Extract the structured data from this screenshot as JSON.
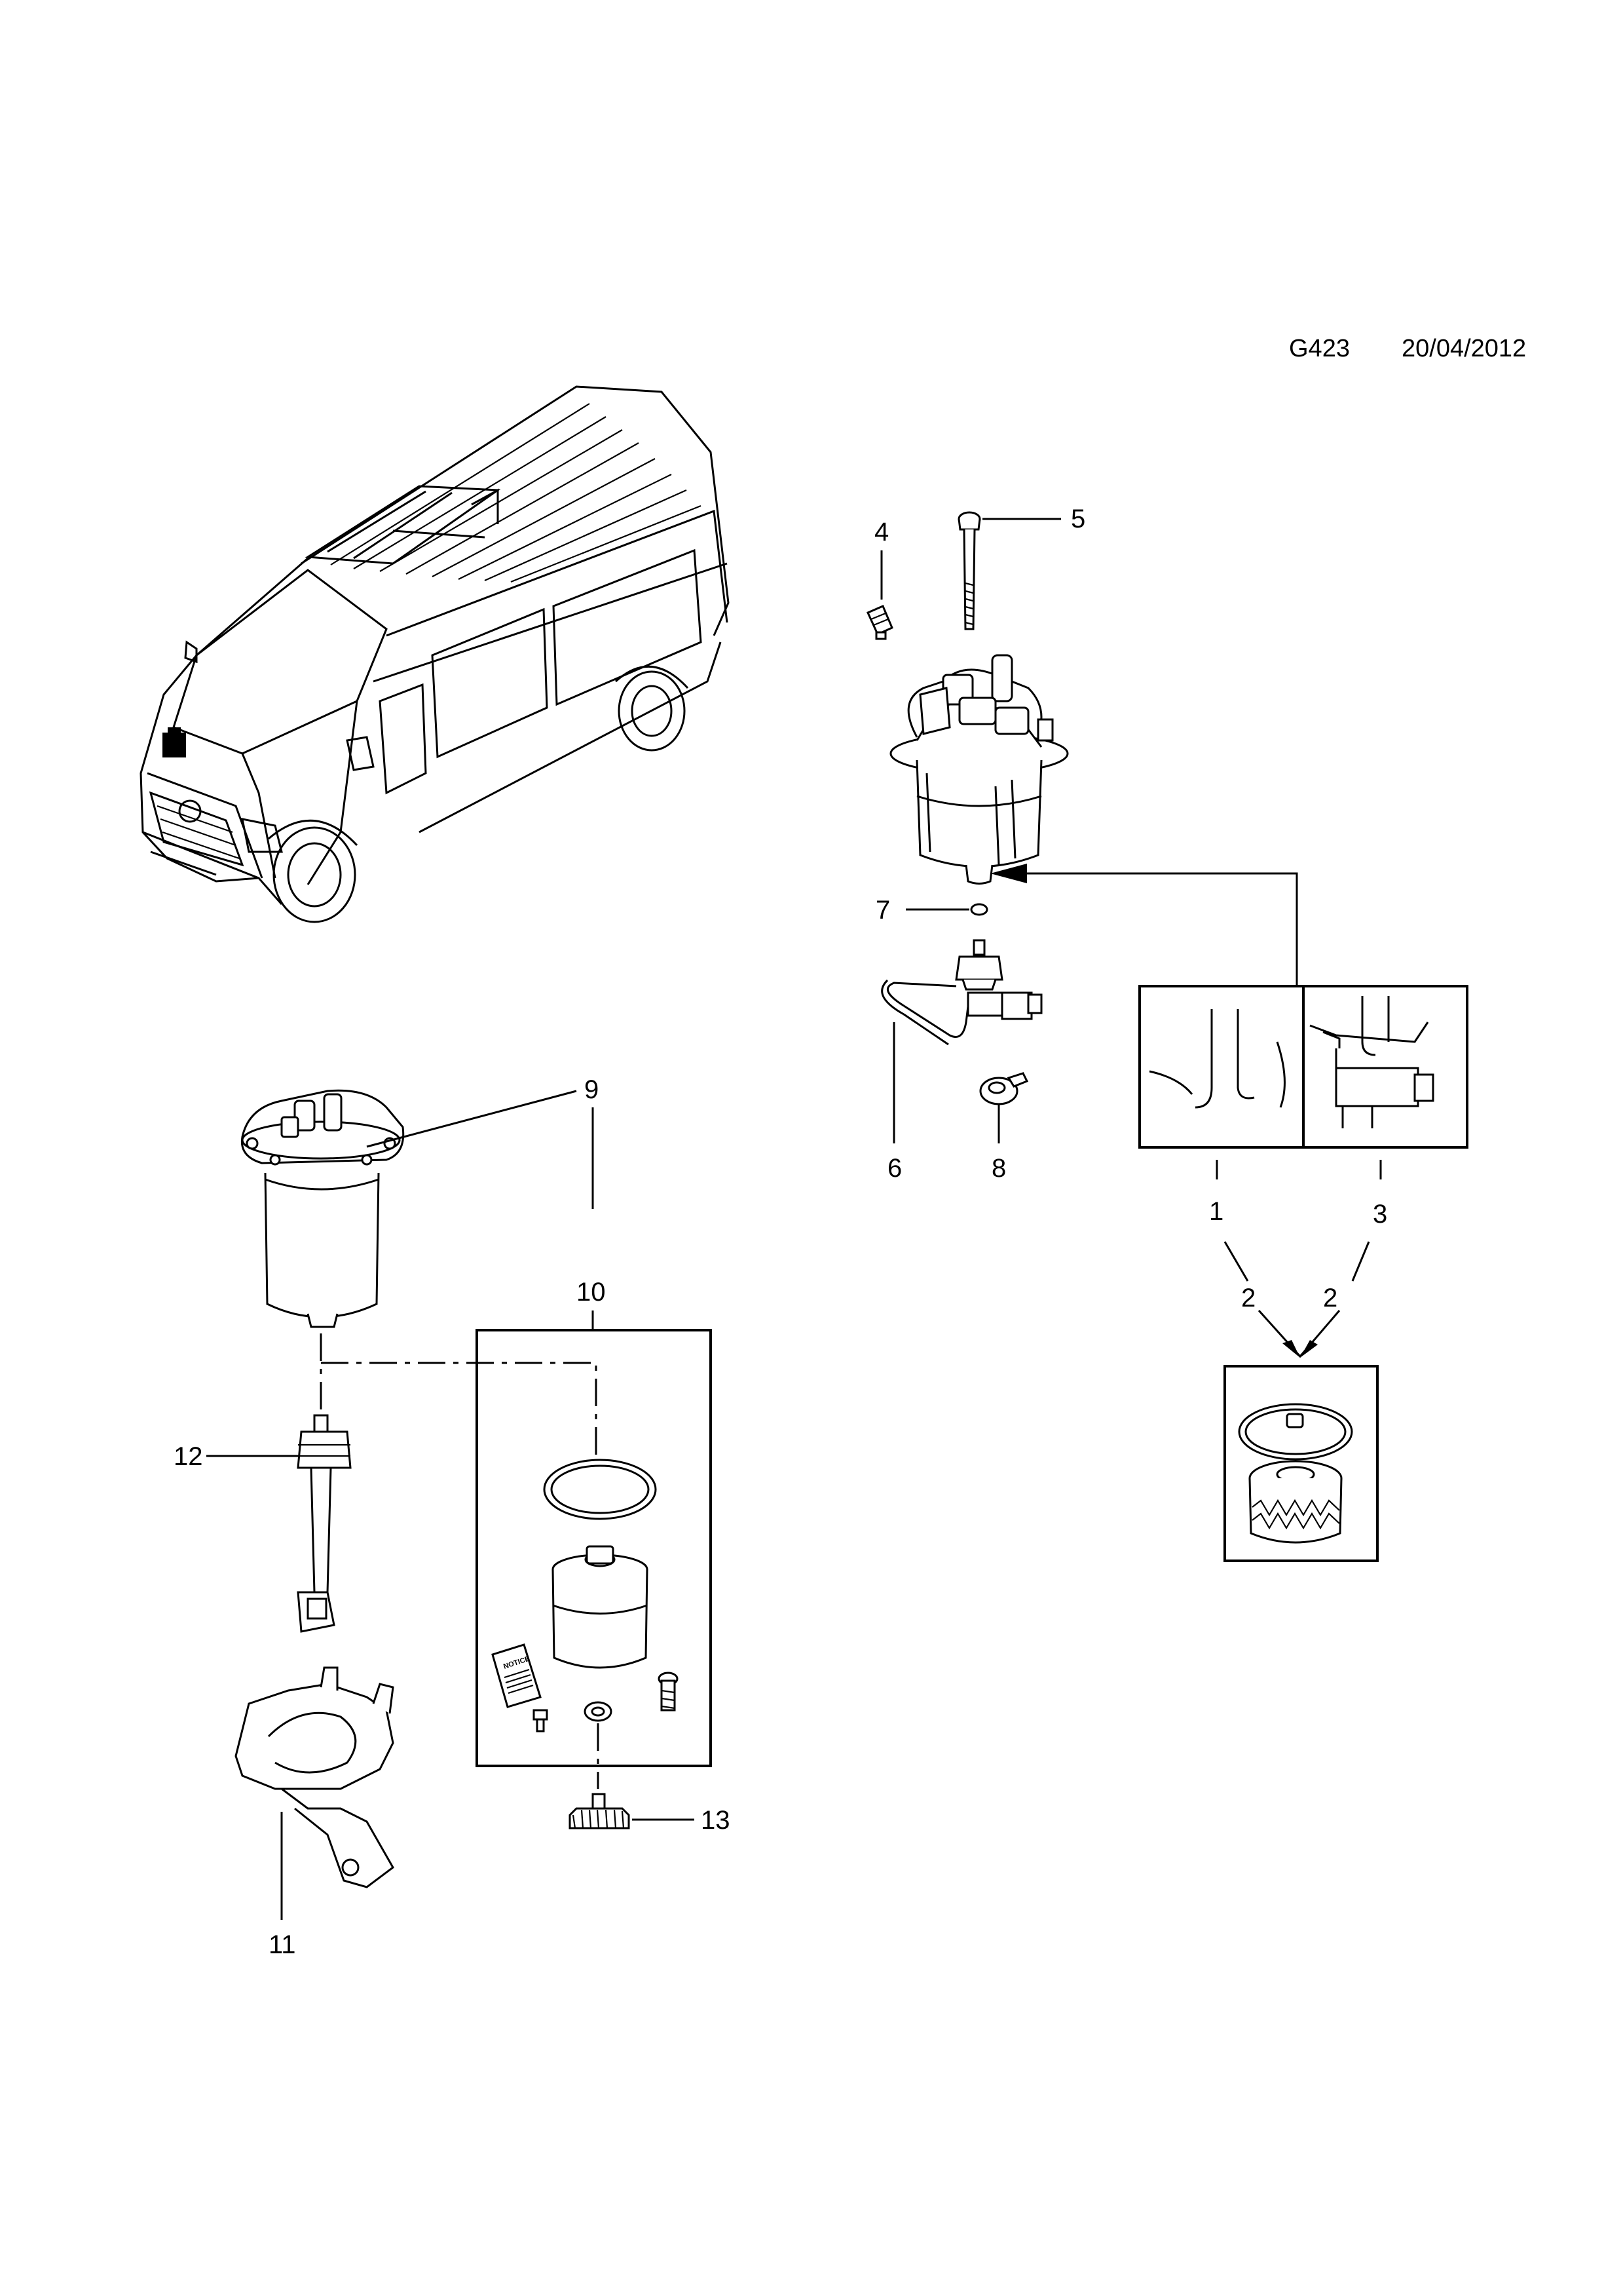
{
  "header": {
    "code": "G423",
    "date": "20/04/2012"
  },
  "callouts": {
    "c1": "1",
    "c2a": "2",
    "c2b": "2",
    "c3": "3",
    "c4": "4",
    "c5": "5",
    "c6": "6",
    "c7": "7",
    "c8": "8",
    "c9": "9",
    "c10": "10",
    "c11": "11",
    "c12": "12",
    "c13": "13"
  },
  "booklet": {
    "label": "NOTICE"
  }
}
